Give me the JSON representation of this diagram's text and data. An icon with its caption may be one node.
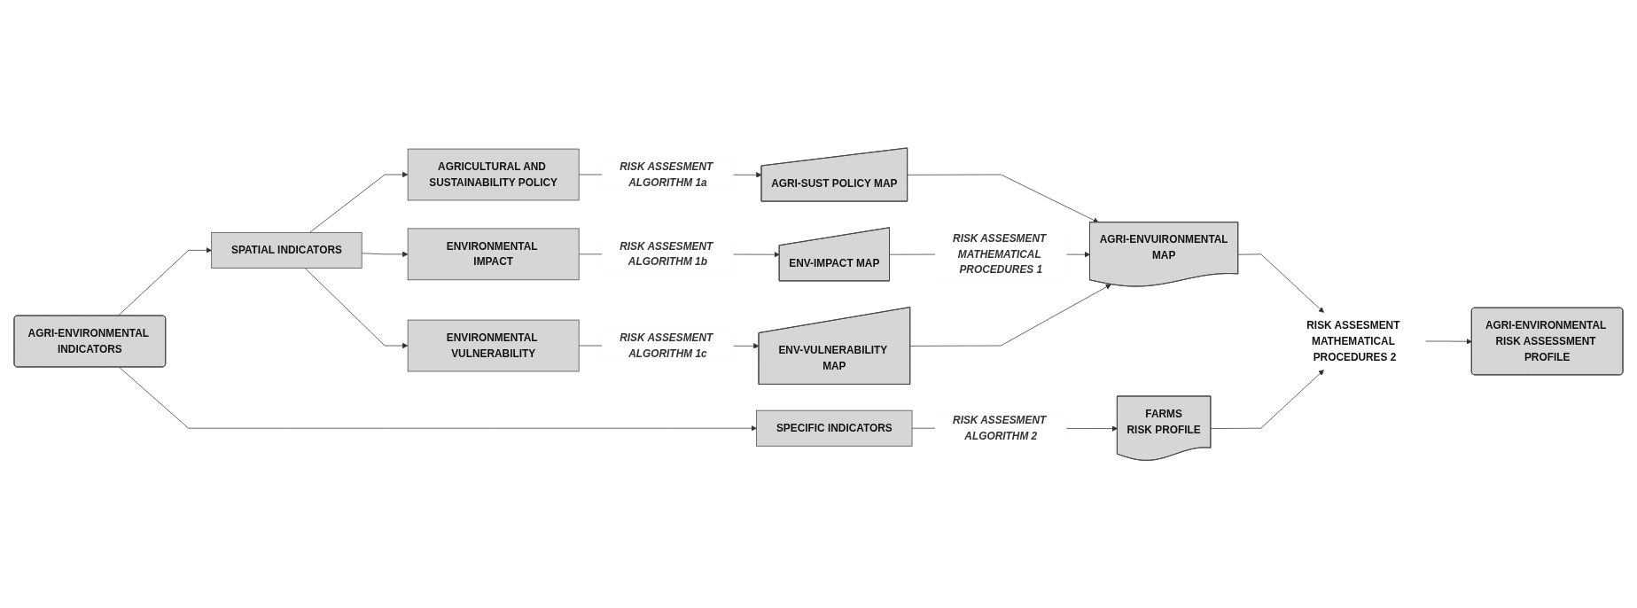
{
  "diagram": {
    "nodes": [
      {
        "text": [
          "AGRI-ENVIRONMENTAL INDICATORS"
        ]
      },
      {
        "text": [
          "SPATIAL INDICATORS"
        ]
      },
      {
        "text": [
          "SPECIFIC INDICATORS"
        ]
      },
      {
        "text": [
          "AGRICULTURAL AND SUSTAINABILITY POLICY"
        ]
      },
      {
        "text": [
          "ENVIRONMENTAL IMPACT"
        ]
      },
      {
        "text": [
          "ENVIRONMENTAL VULNERABILITY"
        ]
      },
      {
        "text": [
          "AGRI-SUST POLICY MAP"
        ]
      },
      {
        "text": [
          "ENV-IMPACT MAP"
        ]
      },
      {
        "text": [
          "ENV-VULNERABILITY MAP"
        ]
      },
      {
        "text": [
          "AGRI-ENVUIRONMENTAL",
          "MAP"
        ]
      },
      {
        "text": [
          "FARMS",
          "RISK PROFILE"
        ]
      },
      {
        "text": [
          "RISK ASSESMENT MATHEMATICAL PROCEDURES 2"
        ]
      },
      {
        "text": [
          "AGRI-ENVIRONMENTAL RISK ASSESSMENT PROFILE"
        ]
      }
    ],
    "edges": [
      {
        "from": 0,
        "to": 1,
        "arrow": "to"
      },
      {
        "from": 0,
        "to": 2,
        "arrow": "to"
      },
      {
        "from": 1,
        "to": 3,
        "arrow": "to"
      },
      {
        "from": 1,
        "to": 4,
        "arrow": "to"
      },
      {
        "from": 1,
        "to": 5,
        "arrow": "to"
      },
      {
        "from": 3,
        "to": 6,
        "arrow": "to",
        "label": "RISK ASSESMENT ALGORITHM 1a"
      },
      {
        "from": 4,
        "to": 7,
        "arrow": "to",
        "label": "RISK ASSESMENT ALGORITHM 1b"
      },
      {
        "from": 5,
        "to": 8,
        "arrow": "to",
        "label": "RISK ASSESMENT ALGORITHM 1c"
      },
      {
        "from": 6,
        "to": 9,
        "arrow": "to"
      },
      {
        "from": 7,
        "to": 9,
        "arrow": "to",
        "label": "RISK ASSESMENT MATHEMATICAL PROCEDURES 1"
      },
      {
        "from": 8,
        "to": 9,
        "arrow": "to"
      },
      {
        "from": 2,
        "to": 10,
        "arrow": "to",
        "label": "RISK ASSESMENT ALGORITHM 2"
      },
      {
        "from": 9,
        "to": 11,
        "arrow": "to"
      },
      {
        "from": 10,
        "to": 11,
        "arrow": "to"
      },
      {
        "from": 11,
        "to": 12,
        "arrow": "to"
      }
    ]
  }
}
